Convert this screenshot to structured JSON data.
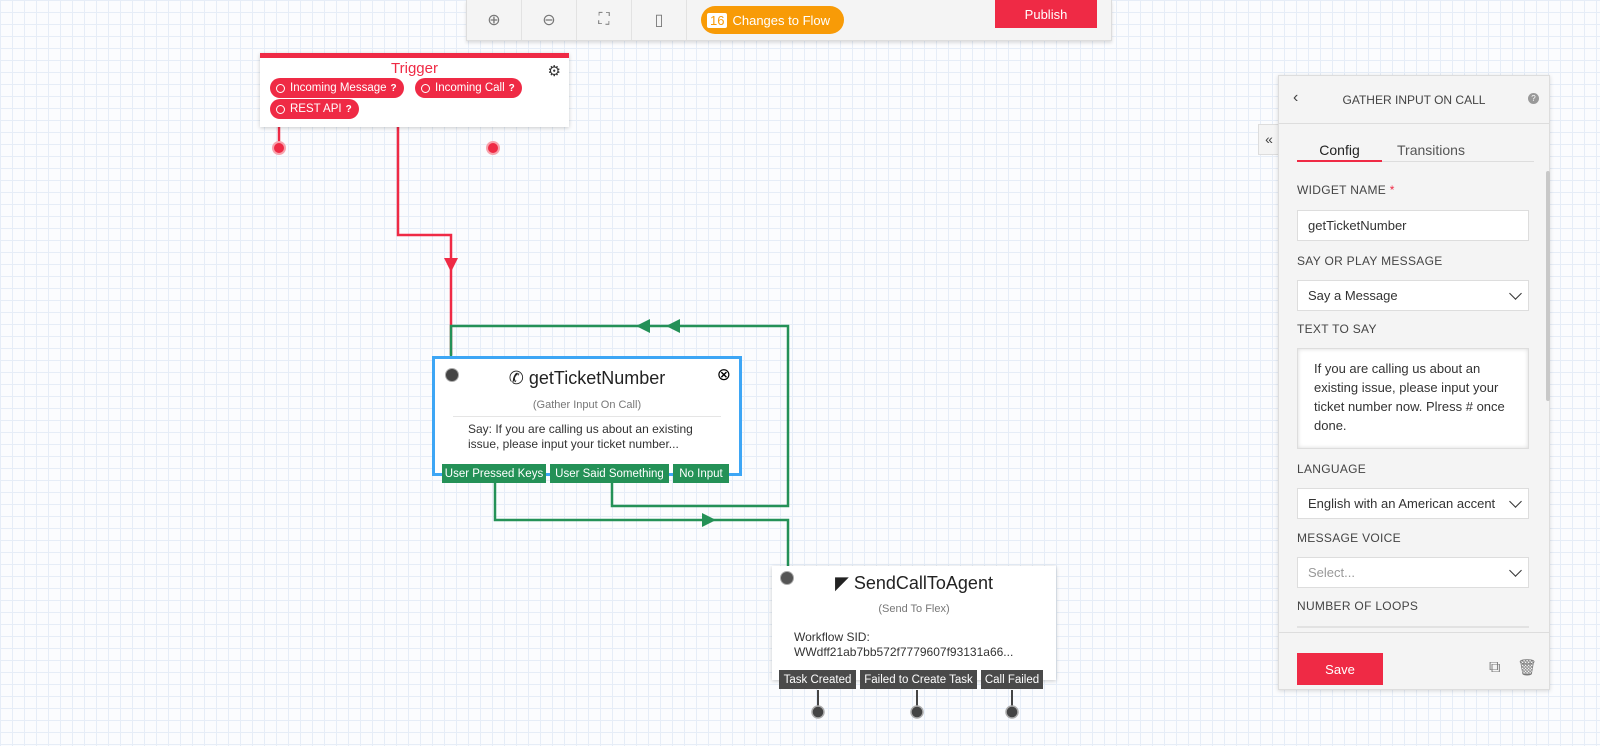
{
  "toolbar": {
    "zoom_in": "zoom-in-icon",
    "zoom_out": "zoom-out-icon",
    "fit": "fullscreen-icon",
    "docs": "book-icon",
    "changes_count": "16",
    "changes_label": "Changes to Flow",
    "publish": "Publish"
  },
  "trigger": {
    "title": "Trigger",
    "pills": [
      "Incoming Message",
      "Incoming Call",
      "REST API"
    ]
  },
  "gather": {
    "title": "getTicketNumber",
    "type": "(Gather Input On Call)",
    "body": "Say: If you are calling us about an existing issue, please input your ticket number...",
    "transitions": [
      "User Pressed Keys",
      "User Said Something",
      "No Input"
    ]
  },
  "flex": {
    "title": "SendCallToAgent",
    "type": "(Send To Flex)",
    "body_label": "Workflow SID:",
    "body_value": "WWdff21ab7bb572f7779607f93131a66...",
    "transitions": [
      "Task Created",
      "Failed to Create Task",
      "Call Failed"
    ]
  },
  "panel": {
    "title": "GATHER INPUT ON CALL",
    "tabs": [
      "Config",
      "Transitions"
    ],
    "active_tab": "Config",
    "widget_name_label": "WIDGET NAME",
    "required_mark": "*",
    "widget_name": "getTicketNumber",
    "say_play_label": "SAY OR PLAY MESSAGE",
    "say_play_value": "Say a Message",
    "text_label": "TEXT TO SAY",
    "text_value": "If you are calling us about an existing issue, please input your ticket number now. Plress # once done.",
    "language_label": "LANGUAGE",
    "language_value": "English with an American accent",
    "voice_label": "MESSAGE VOICE",
    "voice_placeholder": "Select...",
    "loops_label": "NUMBER OF LOOPS",
    "save": "Save"
  },
  "colors": {
    "red": "#ef2a45",
    "green": "#249157",
    "blue": "#3da6f5",
    "orange": "#f89b07"
  }
}
